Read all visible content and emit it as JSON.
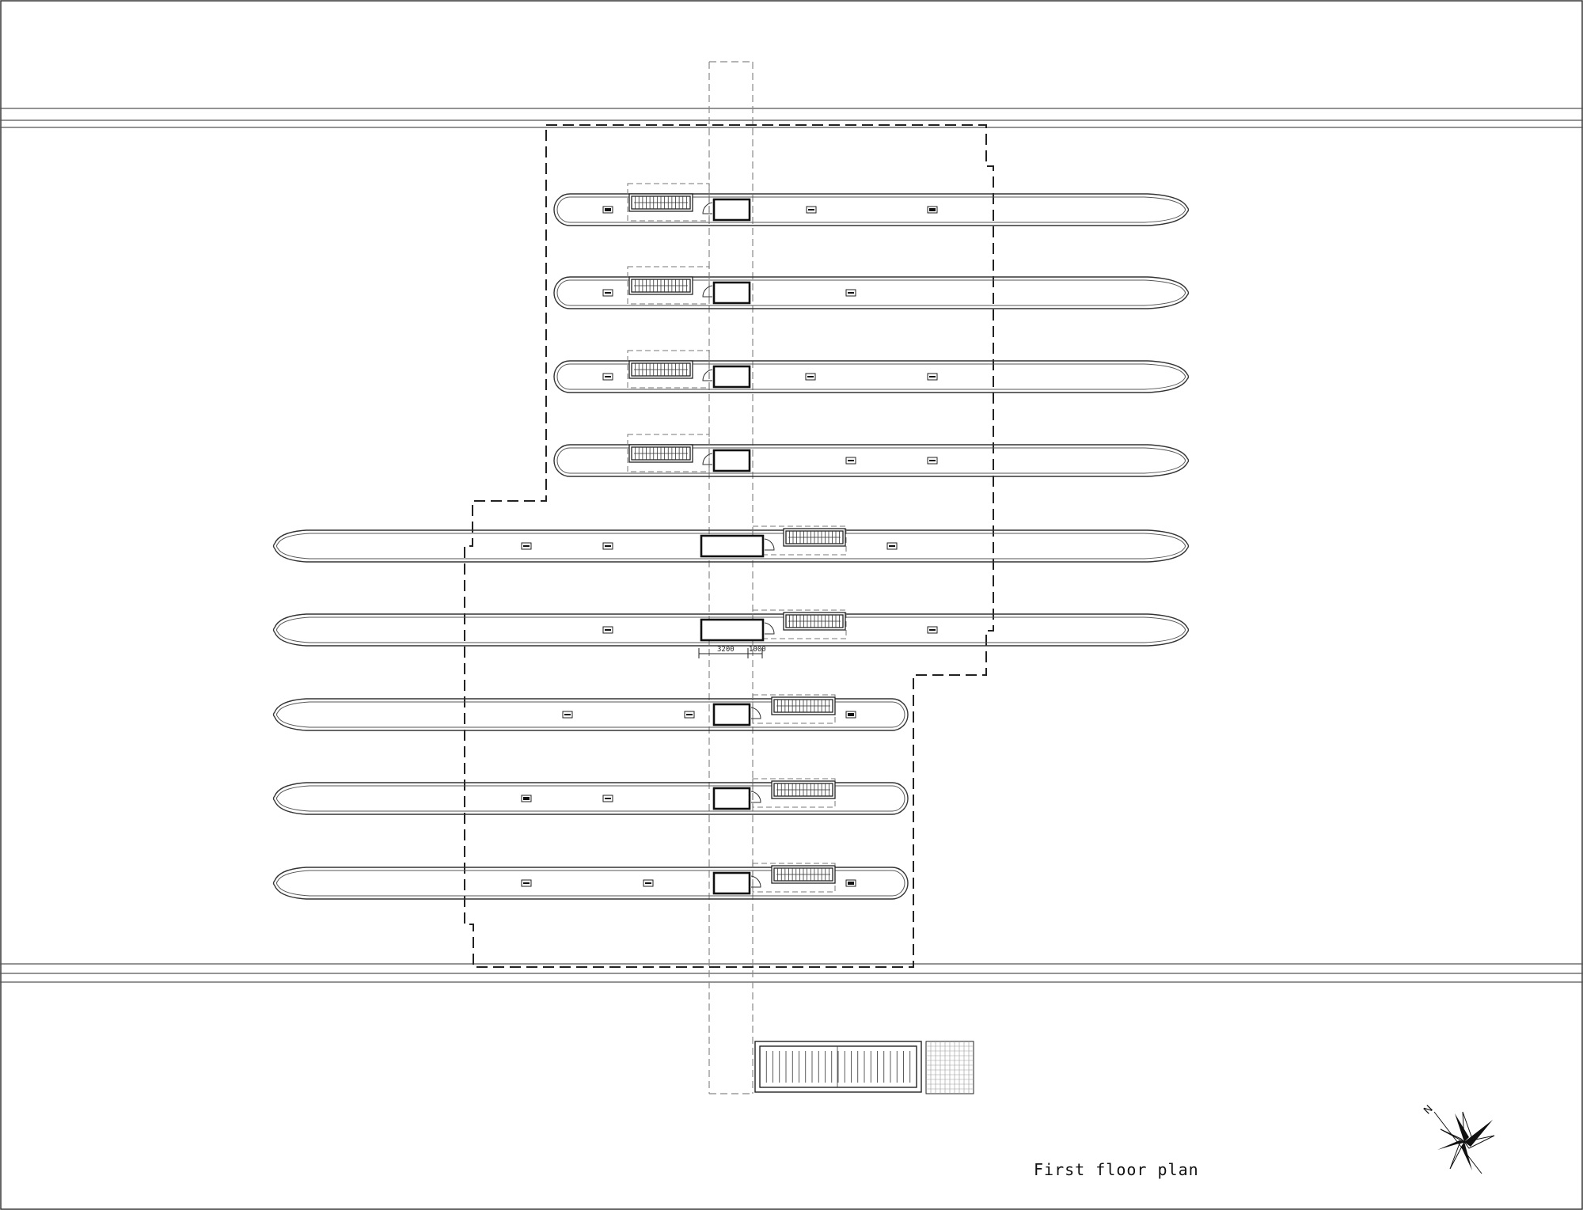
{
  "title": "First floor plan",
  "compass_label": "N",
  "dimensions": [
    "3200",
    "1000"
  ],
  "colors": {
    "line": "#111111",
    "background": "#ffffff"
  }
}
